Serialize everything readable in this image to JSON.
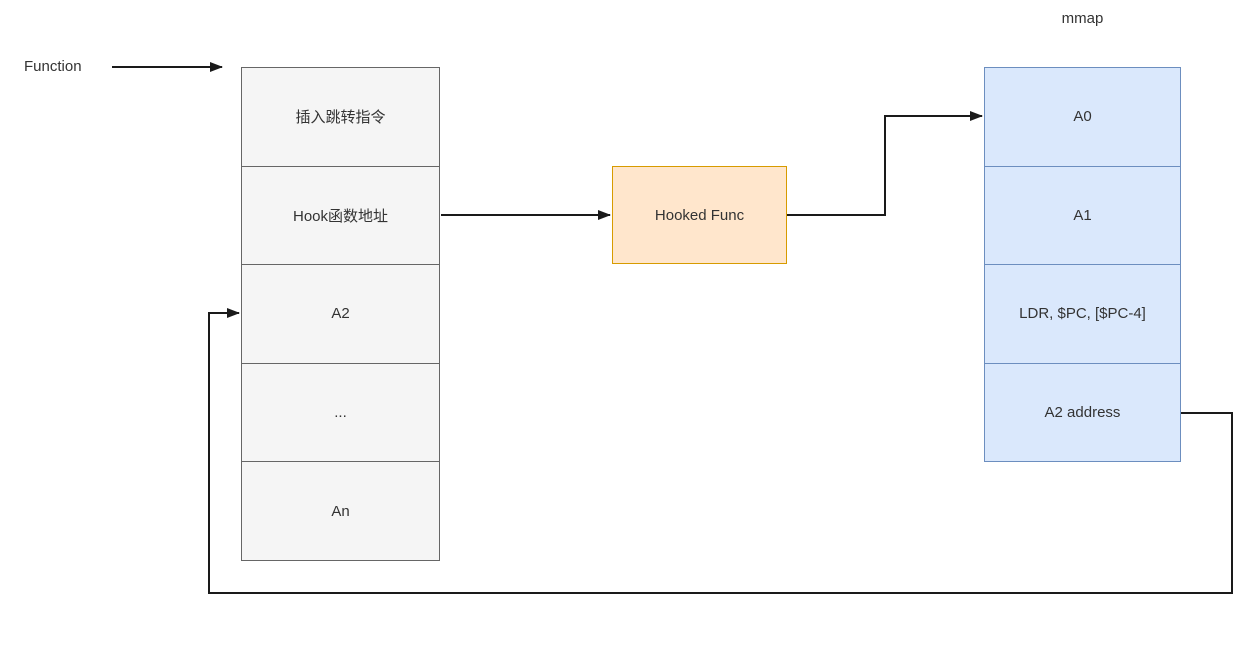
{
  "diagram": {
    "title": "mmap",
    "function_pointer": {
      "label": "Function"
    },
    "function_table": {
      "cells": [
        "插入跳转指令",
        "Hook函数地址",
        "A2",
        "...",
        "An"
      ]
    },
    "hooked_func": {
      "label": "Hooked Func"
    },
    "mmap_table": {
      "label": "mmap",
      "cells": [
        "A0",
        "A1",
        "LDR, $PC, [$PC-4]",
        "A2 address"
      ]
    },
    "colors": {
      "function_table_fill": "#f5f5f5",
      "function_table_border": "#666666",
      "hooked_func_fill": "#ffe6cc",
      "hooked_func_border": "#d79b00",
      "mmap_table_fill": "#dae8fc",
      "mmap_table_border": "#6c8ebf",
      "arrow": "#1a1a1a",
      "text": "#333333",
      "background": "#ffffff"
    }
  }
}
